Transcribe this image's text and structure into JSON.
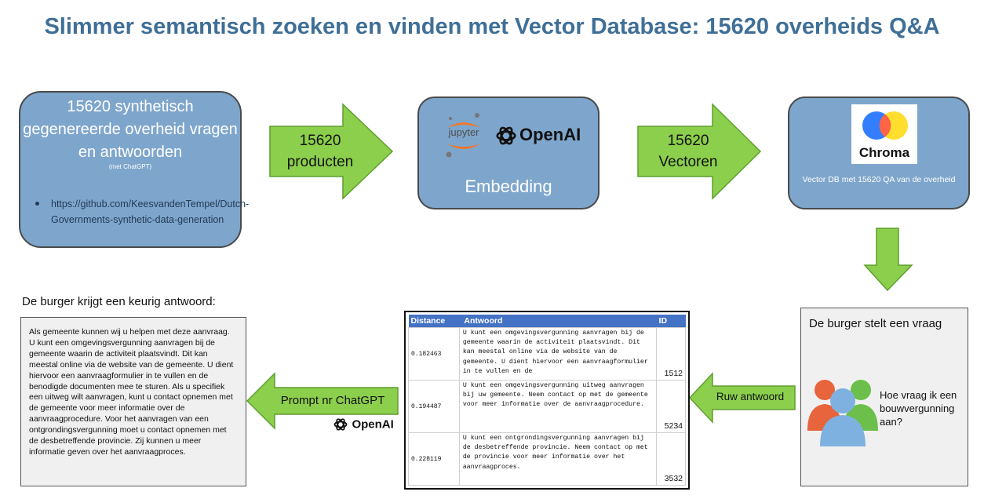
{
  "title": "Slimmer semantisch zoeken en vinden met Vector Database: 15620 overheids Q&A",
  "source": {
    "title": "15620 synthetisch gegenereerde overheid vragen en antwoorden",
    "subtitle": "(met ChatGPT)",
    "link": "https://github.com/KeesvandenTempel/Dutch-Governments-synthetic-data-generation"
  },
  "arrow1": {
    "line1": "15620",
    "line2": "producten"
  },
  "embedding": {
    "jupyter": "jupyter",
    "openai": "OpenAI",
    "label": "Embedding"
  },
  "arrow2": {
    "line1": "15620",
    "line2": "Vectoren"
  },
  "chroma": {
    "logo_text": "Chroma",
    "caption": "Vector DB met 15620 QA van de overheid"
  },
  "burger": {
    "heading": "De burger stelt een vraag",
    "question": "Hoe vraag ik een bouwvergunning aan?"
  },
  "arrow_raw": {
    "label": "Ruw antwoord"
  },
  "results_table": {
    "headers": [
      "Distance",
      "Antwoord",
      "ID"
    ],
    "rows": [
      {
        "distance": "0.182463",
        "answer": "U kunt een omgevingsvergunning aanvragen bij de gemeente waarin de activiteit plaatsvindt. Dit kan meestal online via de website van de gemeente. U dient hiervoor een aanvraagformulier in te vullen en de",
        "id": "1512"
      },
      {
        "distance": "0.194487",
        "answer": "U kunt een omgevingsvergunning uitweg aanvragen bij uw gemeente. Neem contact op met de gemeente voor meer informatie over de aanvraagprocedure.",
        "id": "5234"
      },
      {
        "distance": "0.228119",
        "answer": "U kunt een ontgrondingsvergunning aanvragen bij de desbetreffende provincie. Neem contact op met de provincie voor meer informatie over het aanvraagproces.",
        "id": "3532"
      }
    ]
  },
  "arrow_prompt": {
    "label": "Prompt nr ChatGPT",
    "openai": "OpenAI"
  },
  "answer": {
    "heading": "De burger krijgt een keurig antwoord:",
    "text": "Als gemeente kunnen wij u helpen met deze aanvraag. U kunt een omgevingsvergunning aanvragen bij de gemeente waarin de activiteit plaatsvindt. Dit kan meestal online via de website van de gemeente. U dient hiervoor een aanvraagformulier in te vullen en de benodigde documenten mee te sturen. Als u specifiek een uitweg wilt aanvragen, kunt u contact opnemen met de gemeente voor meer informatie over de aanvraagprocedure. Voor het aanvragen van een ontgrondingsvergunning moet u contact opnemen met de desbetreffende provincie. Zij kunnen u meer informatie geven over het aanvraagproces."
  },
  "colors": {
    "title": "#3f6f97",
    "box_fill": "#7ea6cc",
    "arrow_fill": "#8ccf4d",
    "table_header": "#4472c4"
  }
}
